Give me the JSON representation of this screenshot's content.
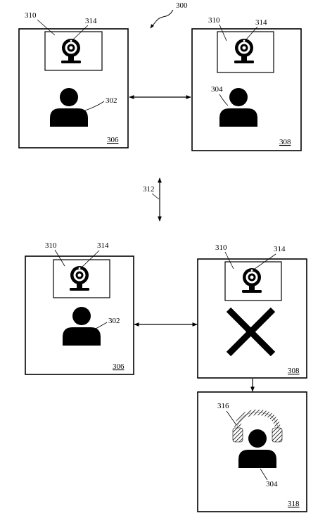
{
  "figure": {
    "ref_number": "300",
    "arrow_ref": "312"
  },
  "top_row": {
    "left_panel": {
      "panel_ref": "306",
      "screen_ref": "310",
      "camera_ref": "314",
      "person_ref": "302"
    },
    "right_panel": {
      "panel_ref": "308",
      "screen_ref": "310",
      "camera_ref": "314",
      "person_ref": "304"
    }
  },
  "bottom_row": {
    "left_panel": {
      "panel_ref": "306",
      "screen_ref": "310",
      "camera_ref": "314",
      "person_ref": "302"
    },
    "right_panel": {
      "panel_ref": "308",
      "screen_ref": "310",
      "camera_ref": "314",
      "status_icon": "x-mark-icon"
    },
    "headset_panel": {
      "panel_ref": "318",
      "headset_ref": "316",
      "person_ref": "304"
    }
  }
}
